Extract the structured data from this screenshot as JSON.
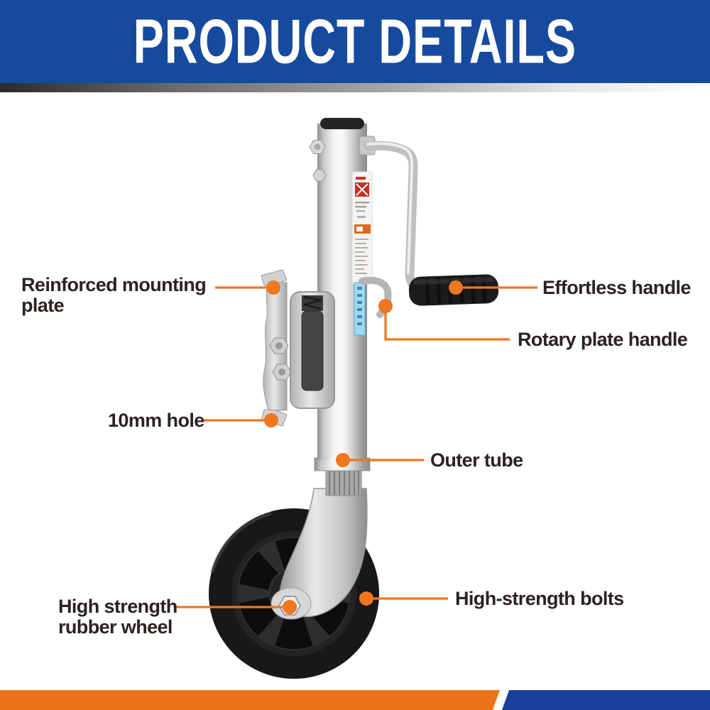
{
  "header": {
    "title": "PRODUCT DETAILS"
  },
  "callouts": [
    {
      "id": "reinforced-mounting-plate",
      "label": "Reinforced mounting plate",
      "side": "left"
    },
    {
      "id": "effortless-handle",
      "label": "Effortless handle",
      "side": "right"
    },
    {
      "id": "rotary-plate-handle",
      "label": "Rotary plate handle",
      "side": "right"
    },
    {
      "id": "10mm-hole",
      "label": "10mm hole",
      "side": "left"
    },
    {
      "id": "outer-tube",
      "label": "Outer tube",
      "side": "right"
    },
    {
      "id": "high-strength-rubber-wheel",
      "label": "High strength rubber wheel",
      "side": "left"
    },
    {
      "id": "high-strength-bolts",
      "label": "High-strength bolts",
      "side": "right"
    }
  ],
  "colors": {
    "accent_orange": "#f0761f",
    "header_blue": "#164a9e",
    "footer_blue": "#17419a",
    "footer_orange": "#ec7418",
    "label_text": "#2b2321",
    "gray_stripe_start": "#2d2a29",
    "gray_stripe_end": "#ffffff"
  }
}
